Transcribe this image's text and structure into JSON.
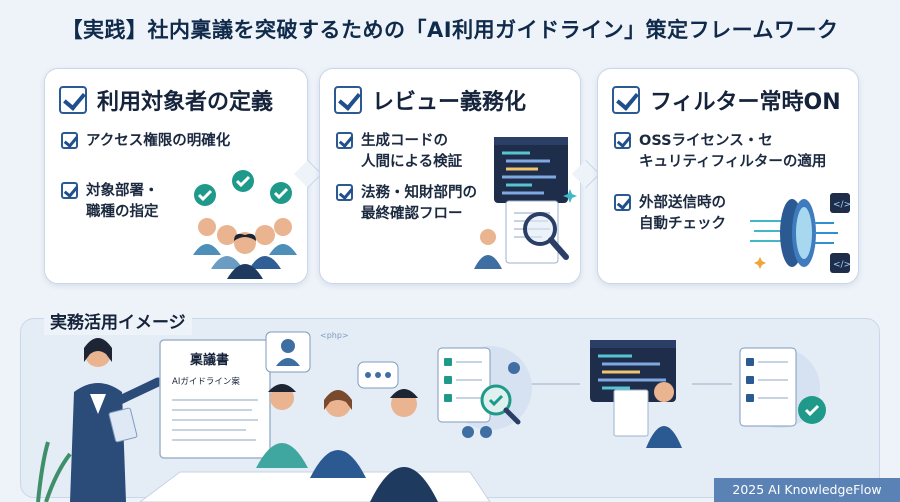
{
  "title": "【実践】社内稟議を突破するための「AI利用ガイドライン」策定フレームワーク",
  "cards": [
    {
      "title": "利用対象者の定義",
      "items": [
        "アクセス権限の明確化",
        "対象部署・",
        "職種の指定"
      ]
    },
    {
      "title": "レビュー義務化",
      "items": [
        "生成コードの",
        "人間による検証",
        "法務・知財部門の",
        "最終確認フロー"
      ]
    },
    {
      "title": "フィルター常時ON",
      "items": [
        "OSSライセンス・セ",
        "キュリティフィルターの適用",
        "外部送信時の",
        "自動チェック"
      ]
    }
  ],
  "section": {
    "label": "実務活用イメージ",
    "doc_title": "稟議書",
    "doc_subtitle": "AIガイドライン案",
    "code_tag": "<php>"
  },
  "footer": "2025 AI KnowledgeFlow",
  "colors": {
    "accent": "#2b5a93",
    "teal": "#1f9a8a",
    "panel": "#e4ecf6"
  }
}
